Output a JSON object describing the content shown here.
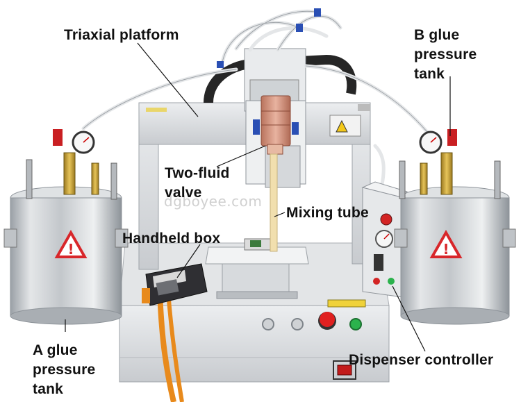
{
  "labels": {
    "triaxial_platform": "Triaxial platform",
    "b_tank_line1": "B glue",
    "b_tank_line2": "pressure",
    "b_tank_line3": "tank",
    "two_fluid_line1": "Two-fluid",
    "two_fluid_line2": "valve",
    "mixing_tube": "Mixing tube",
    "handheld_box": "Handheld box",
    "a_tank_line1": "A glue",
    "a_tank_line2": "pressure",
    "a_tank_line3": "tank",
    "dispenser_controller": "Dispenser controller"
  },
  "watermark": "dgboyee.com",
  "colors": {
    "label_text": "#111111",
    "leader_line": "#111111",
    "steel": "#c9cdd2",
    "frame": "#d7d9dc",
    "warning_red": "#d8262a",
    "cable_orange": "#e88a1c",
    "emergency_red": "#e02020",
    "start_green": "#2bb24c",
    "valve_copper": "#d99a80",
    "fitting_blue": "#2a4fb4",
    "brass": "#c9a13a"
  },
  "icons": [
    "warning-triangle-icon",
    "pressure-gauge-icon",
    "emergency-stop-icon"
  ]
}
